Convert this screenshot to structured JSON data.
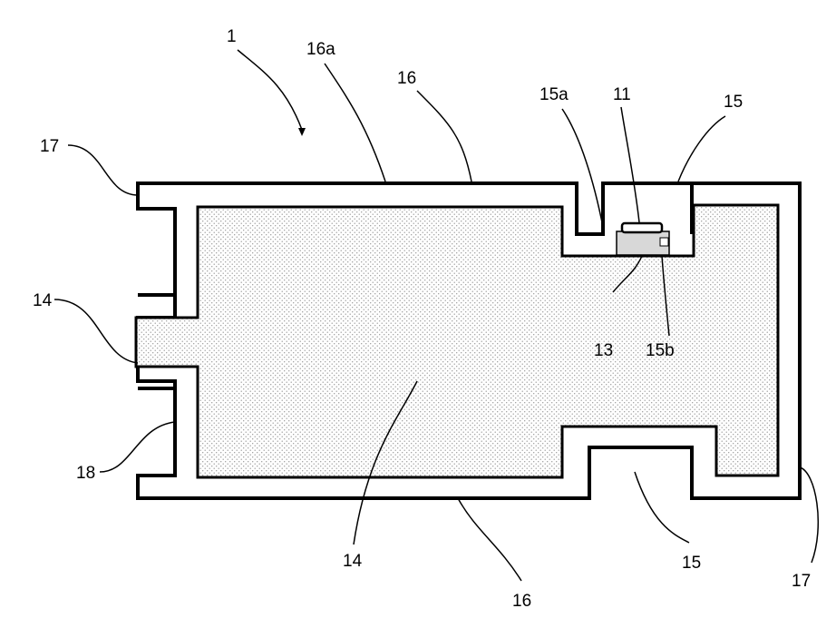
{
  "figure": {
    "labels": {
      "assembly": "1",
      "outer_edge_a": "16a",
      "outer_edge_top": "16",
      "notch_a": "15a",
      "component": "11",
      "notch_top": "15",
      "end_left": "17",
      "region_left": "14",
      "region_center": "14",
      "lead": "13",
      "notch_b": "15b",
      "stub": "18",
      "outer_edge_bottom": "16",
      "notch_bottom": "15",
      "end_right": "17"
    },
    "colors": {
      "line": "#000000",
      "fill_pattern_dot": "#9a9a9a",
      "background": "#ffffff",
      "component_fill": "#d8d8d8"
    }
  }
}
